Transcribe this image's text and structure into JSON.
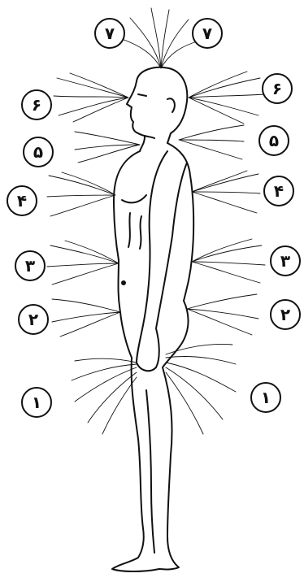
{
  "ink_color": "#111111",
  "background_color": "#ffffff",
  "labels": [
    {
      "id": "crown-left",
      "text": "٧",
      "level": 7
    },
    {
      "id": "crown-right",
      "text": "٧",
      "level": 7
    },
    {
      "id": "head-left",
      "text": "۶",
      "level": 6
    },
    {
      "id": "head-right",
      "text": "۶",
      "level": 6
    },
    {
      "id": "throat-left",
      "text": "۵",
      "level": 5
    },
    {
      "id": "throat-right",
      "text": "۵",
      "level": 5
    },
    {
      "id": "heart-left",
      "text": "۴",
      "level": 4
    },
    {
      "id": "heart-right",
      "text": "۴",
      "level": 4
    },
    {
      "id": "solar-left",
      "text": "۳",
      "level": 3
    },
    {
      "id": "solar-right",
      "text": "۳",
      "level": 3
    },
    {
      "id": "sacral-left",
      "text": "۲",
      "level": 2
    },
    {
      "id": "sacral-right",
      "text": "۲",
      "level": 2
    },
    {
      "id": "root-left",
      "text": "۱",
      "level": 1
    },
    {
      "id": "root-right",
      "text": "۱",
      "level": 1
    }
  ]
}
